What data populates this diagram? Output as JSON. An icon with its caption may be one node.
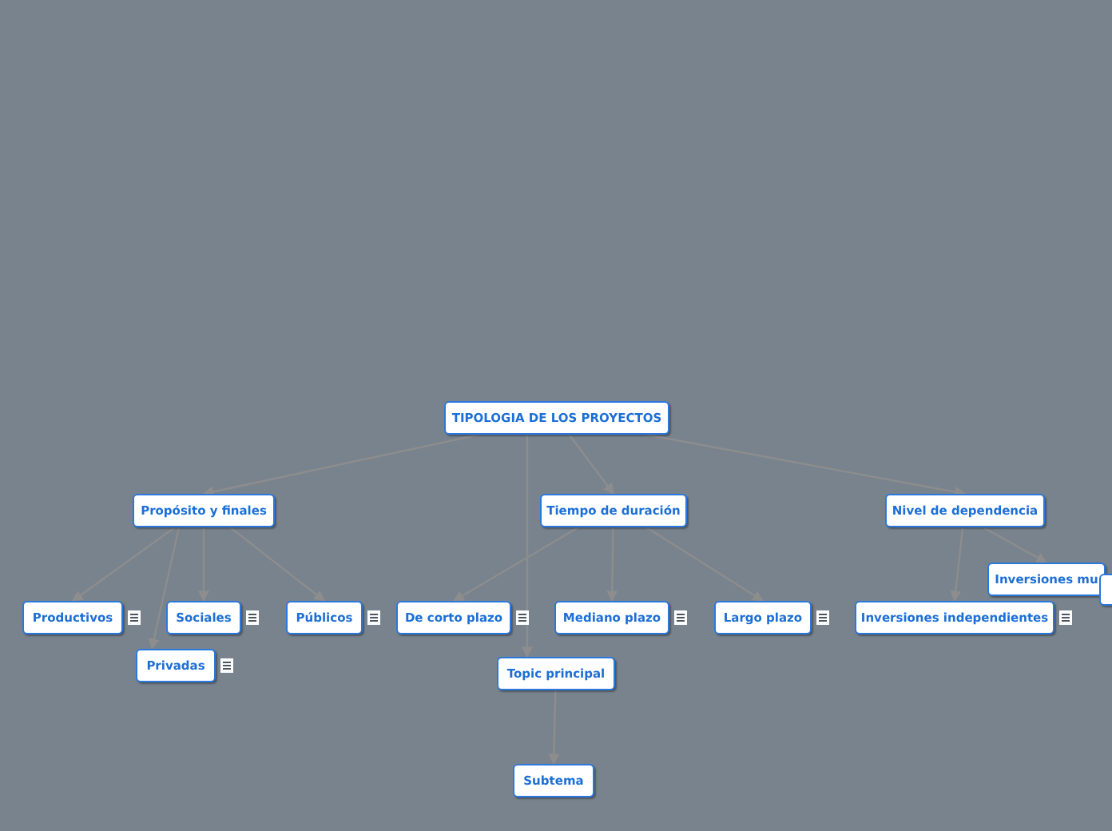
{
  "diagram": {
    "nodes": [
      {
        "text": [
          "TIPOLOGIA DE LOS PROYECTOS"
        ]
      },
      {
        "text": [
          "Propósito y finales"
        ]
      },
      {
        "text": [
          "Tiempo de duración"
        ]
      },
      {
        "text": [
          "Nivel de dependencia"
        ]
      },
      {
        "text": [
          "Productivos"
        ]
      },
      {
        "text": [
          "Sociales"
        ]
      },
      {
        "text": [
          "Públicos"
        ]
      },
      {
        "text": [
          "Privadas"
        ]
      },
      {
        "text": [
          "De corto plazo"
        ]
      },
      {
        "text": [
          "Mediano plazo"
        ]
      },
      {
        "text": [
          "Largo plazo"
        ]
      },
      {
        "text": [
          "Inversiones independientes"
        ]
      },
      {
        "text": [
          "Inversiones mu"
        ]
      },
      {
        "text": [],
        "shape": "box"
      },
      {
        "text": [
          "Topic principal"
        ]
      },
      {
        "text": [
          "Subtema"
        ]
      }
    ],
    "edges": [
      {
        "from": 0,
        "to": 1,
        "arrow": "to"
      },
      {
        "from": 0,
        "to": 2,
        "arrow": "to"
      },
      {
        "from": 0,
        "to": 3,
        "arrow": "to"
      },
      {
        "from": 0,
        "to": 14,
        "arrow": "to"
      },
      {
        "from": 1,
        "to": 4,
        "arrow": "to"
      },
      {
        "from": 1,
        "to": 5,
        "arrow": "to"
      },
      {
        "from": 1,
        "to": 6,
        "arrow": "to"
      },
      {
        "from": 1,
        "to": 7,
        "arrow": "to"
      },
      {
        "from": 2,
        "to": 8,
        "arrow": "to"
      },
      {
        "from": 2,
        "to": 9,
        "arrow": "to"
      },
      {
        "from": 2,
        "to": 10,
        "arrow": "to"
      },
      {
        "from": 3,
        "to": 11,
        "arrow": "to"
      },
      {
        "from": 3,
        "to": 12,
        "arrow": "to"
      },
      {
        "from": 14,
        "to": 15,
        "arrow": "to"
      }
    ]
  }
}
